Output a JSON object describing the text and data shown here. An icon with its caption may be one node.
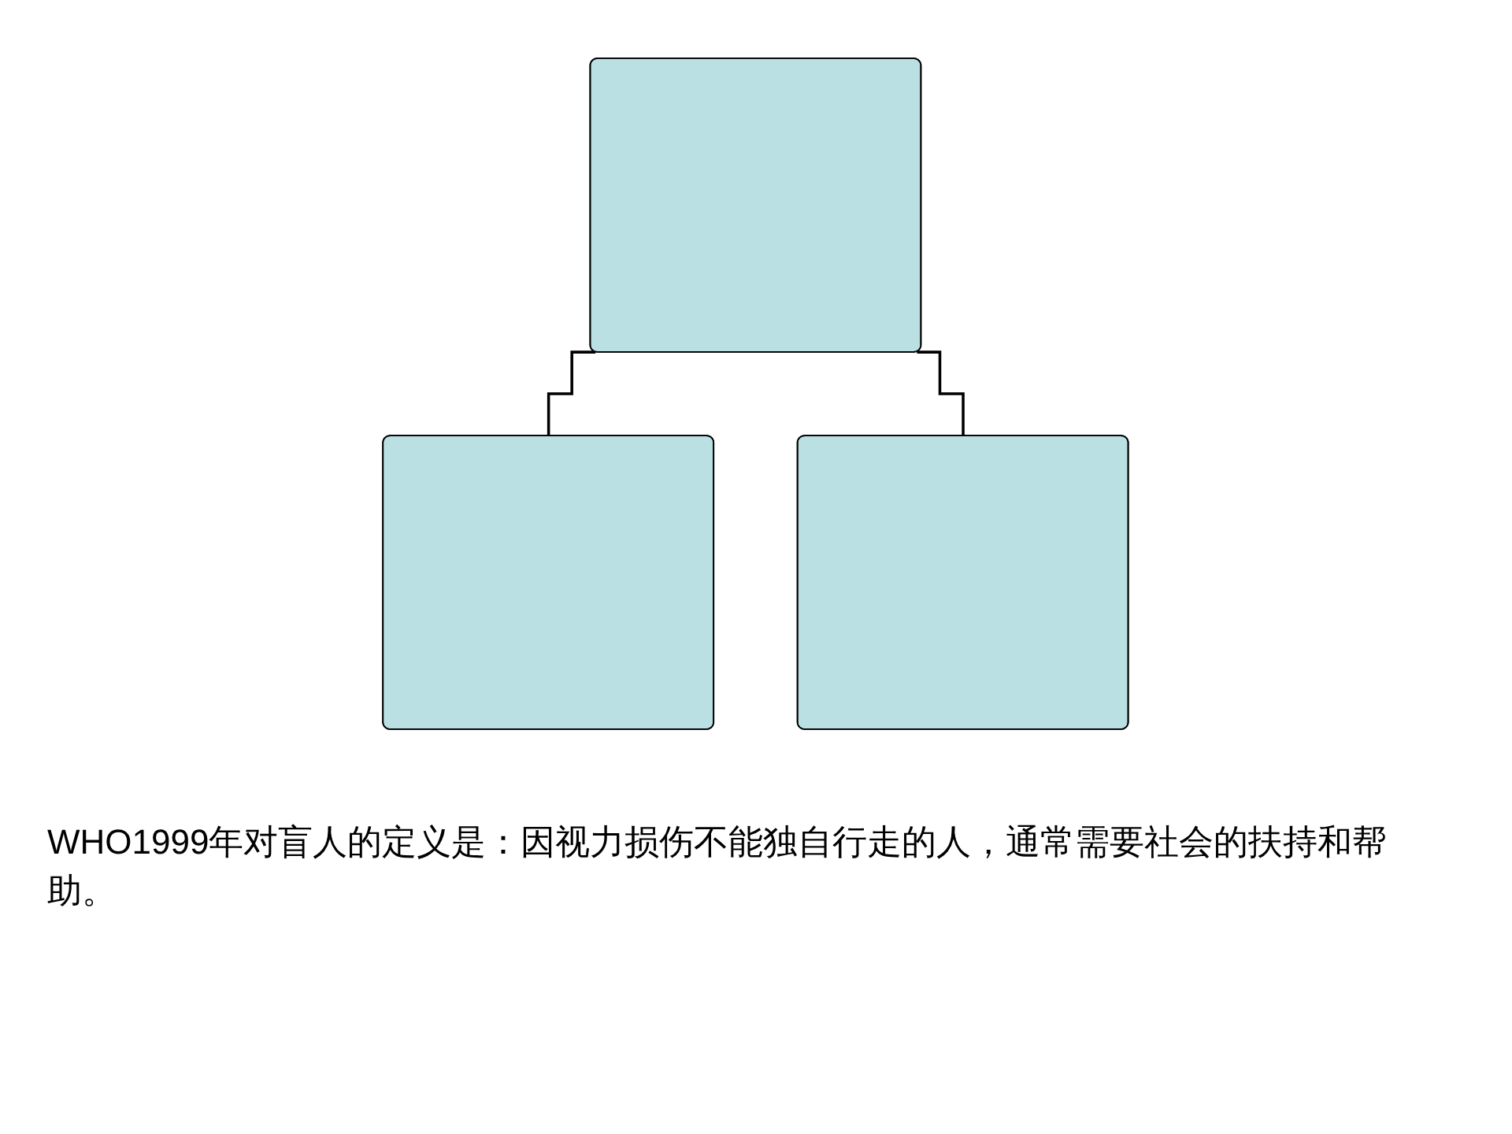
{
  "diagram": {
    "nodes": [
      {
        "text": [],
        "shape": "box"
      },
      {
        "text": [],
        "shape": "box"
      },
      {
        "text": [],
        "shape": "box"
      }
    ],
    "edges": [
      {
        "from": 0,
        "to": 1,
        "arrow": "none"
      },
      {
        "from": 0,
        "to": 2,
        "arrow": "none"
      }
    ],
    "labels": [
      "WHO1999年对盲人的定义是：因视力损伤不能独自行走的人，通常需要社会的扶持和帮助。"
    ]
  }
}
